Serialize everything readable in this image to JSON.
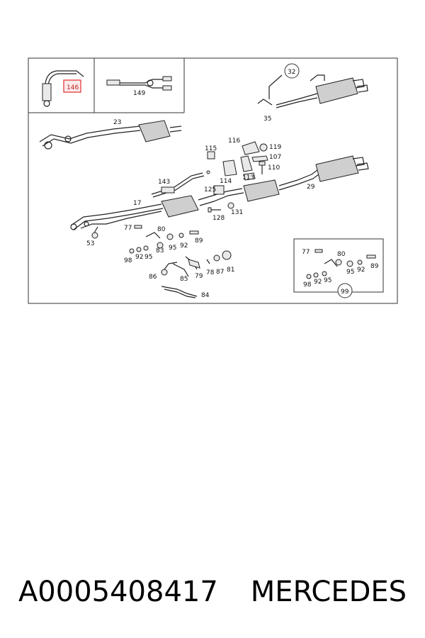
{
  "diagram": {
    "callouts": {
      "c146": "146",
      "c149": "149",
      "c32": "32",
      "c35": "35",
      "c23": "23",
      "c115": "115",
      "c116": "116",
      "c119": "119",
      "c107": "107",
      "c110": "110",
      "c113": "113",
      "c114": "114",
      "c143": "143",
      "c125": "125",
      "c29": "29",
      "c17": "17",
      "c128": "128",
      "c131": "131",
      "c53": "53",
      "c77a": "77",
      "c80a": "80",
      "c83": "83",
      "c95a": "95",
      "c92a": "92",
      "c89a": "89",
      "c98a": "98",
      "c92b": "92",
      "c95b": "95",
      "c86": "86",
      "c85": "85",
      "c79": "79",
      "c78": "78",
      "c87": "87",
      "c81": "81",
      "c84": "84",
      "c77b": "77",
      "c80b": "80",
      "c95c": "95",
      "c92c": "92",
      "c89b": "89",
      "c98b": "98",
      "c92d": "92",
      "c95d": "95",
      "c99": "99"
    },
    "highlight_color": "#e03030"
  },
  "caption": {
    "part_number": "A0005408417",
    "brand": "MERCEDES"
  }
}
